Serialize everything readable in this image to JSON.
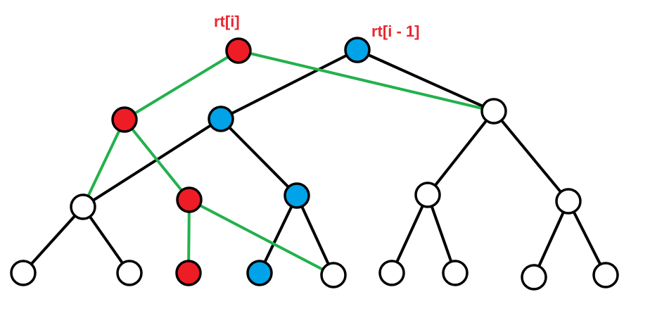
{
  "labels": {
    "rt_i": "rt[i]",
    "rt_i_minus_1": "rt[i - 1]"
  },
  "colors": {
    "label_text": "#e8262e",
    "red_node": "#ee1c25",
    "blue_node": "#00a2e8",
    "white_node": "#ffffff",
    "black_edge": "#000000",
    "green_edge": "#22b14c",
    "node_outline": "#000000"
  },
  "nodes": [
    {
      "id": "r0",
      "fill": "red"
    },
    {
      "id": "b0",
      "fill": "blue"
    },
    {
      "id": "r1",
      "fill": "red"
    },
    {
      "id": "b1",
      "fill": "blue"
    },
    {
      "id": "w1",
      "fill": "white"
    },
    {
      "id": "w2a",
      "fill": "white"
    },
    {
      "id": "r2",
      "fill": "red"
    },
    {
      "id": "b2",
      "fill": "blue"
    },
    {
      "id": "w2c",
      "fill": "white"
    },
    {
      "id": "w2d",
      "fill": "white"
    },
    {
      "id": "l1",
      "fill": "white"
    },
    {
      "id": "l2",
      "fill": "white"
    },
    {
      "id": "l3",
      "fill": "red"
    },
    {
      "id": "l4",
      "fill": "blue"
    },
    {
      "id": "l5",
      "fill": "white"
    },
    {
      "id": "l6",
      "fill": "white"
    },
    {
      "id": "l7",
      "fill": "white"
    },
    {
      "id": "l8",
      "fill": "white"
    },
    {
      "id": "l9",
      "fill": "white"
    }
  ],
  "edges": [
    {
      "from": "b0",
      "to": "b1",
      "color": "black"
    },
    {
      "from": "b0",
      "to": "w1",
      "color": "black"
    },
    {
      "from": "b1",
      "to": "w2a",
      "color": "black"
    },
    {
      "from": "b1",
      "to": "b2",
      "color": "black"
    },
    {
      "from": "w2a",
      "to": "l1",
      "color": "black"
    },
    {
      "from": "w2a",
      "to": "l2",
      "color": "black"
    },
    {
      "from": "b2",
      "to": "l4",
      "color": "black"
    },
    {
      "from": "b2",
      "to": "l5",
      "color": "black"
    },
    {
      "from": "w1",
      "to": "w2c",
      "color": "black"
    },
    {
      "from": "w1",
      "to": "w2d",
      "color": "black"
    },
    {
      "from": "w2c",
      "to": "l6",
      "color": "black"
    },
    {
      "from": "w2c",
      "to": "l7",
      "color": "black"
    },
    {
      "from": "w2d",
      "to": "l8",
      "color": "black"
    },
    {
      "from": "w2d",
      "to": "l9",
      "color": "black"
    },
    {
      "from": "r0",
      "to": "r1",
      "color": "green"
    },
    {
      "from": "r0",
      "to": "w1",
      "color": "green"
    },
    {
      "from": "r1",
      "to": "w2a",
      "color": "green"
    },
    {
      "from": "r1",
      "to": "r2",
      "color": "green"
    },
    {
      "from": "r2",
      "to": "l3",
      "color": "green"
    },
    {
      "from": "r2",
      "to": "l5",
      "color": "green"
    }
  ]
}
